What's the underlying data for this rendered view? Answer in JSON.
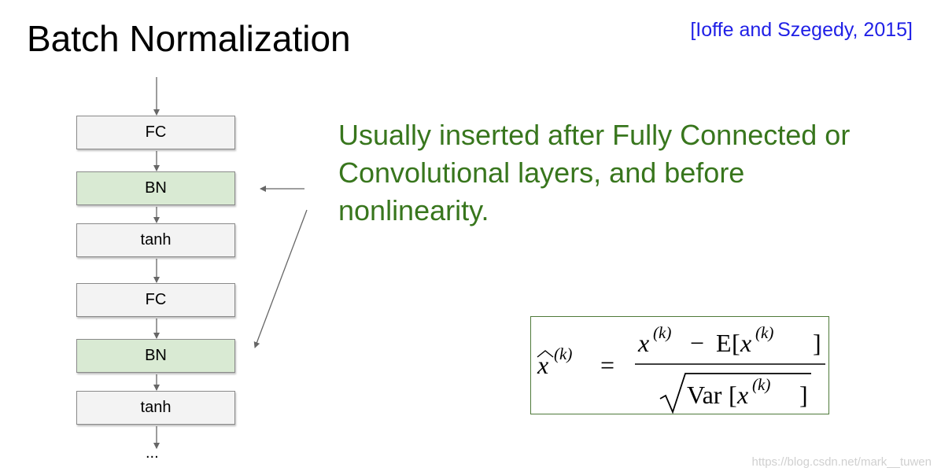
{
  "title": "Batch Normalization",
  "citation": "[Ioffe and Szegedy, 2015]",
  "layers": [
    {
      "label": "FC",
      "kind": "fc"
    },
    {
      "label": "BN",
      "kind": "bn"
    },
    {
      "label": "tanh",
      "kind": "tanh"
    },
    {
      "label": "FC",
      "kind": "fc"
    },
    {
      "label": "BN",
      "kind": "bn"
    },
    {
      "label": "tanh",
      "kind": "tanh"
    }
  ],
  "ellipsis": "...",
  "note": "Usually inserted after Fully Connected or Convolutional layers, and before nonlinearity.",
  "formula": {
    "lhs": "x",
    "superscript": "(k)",
    "equals": "=",
    "numerator_var": "x",
    "minus": "−",
    "expectation": "E",
    "denominator_op": "Var"
  },
  "watermark": "https://blog.csdn.net/mark__tuwen",
  "colors": {
    "citation": "#1f1fe6",
    "note": "#38761d",
    "bn_fill": "#d9ead3",
    "layer_fill": "#f3f3f3"
  }
}
